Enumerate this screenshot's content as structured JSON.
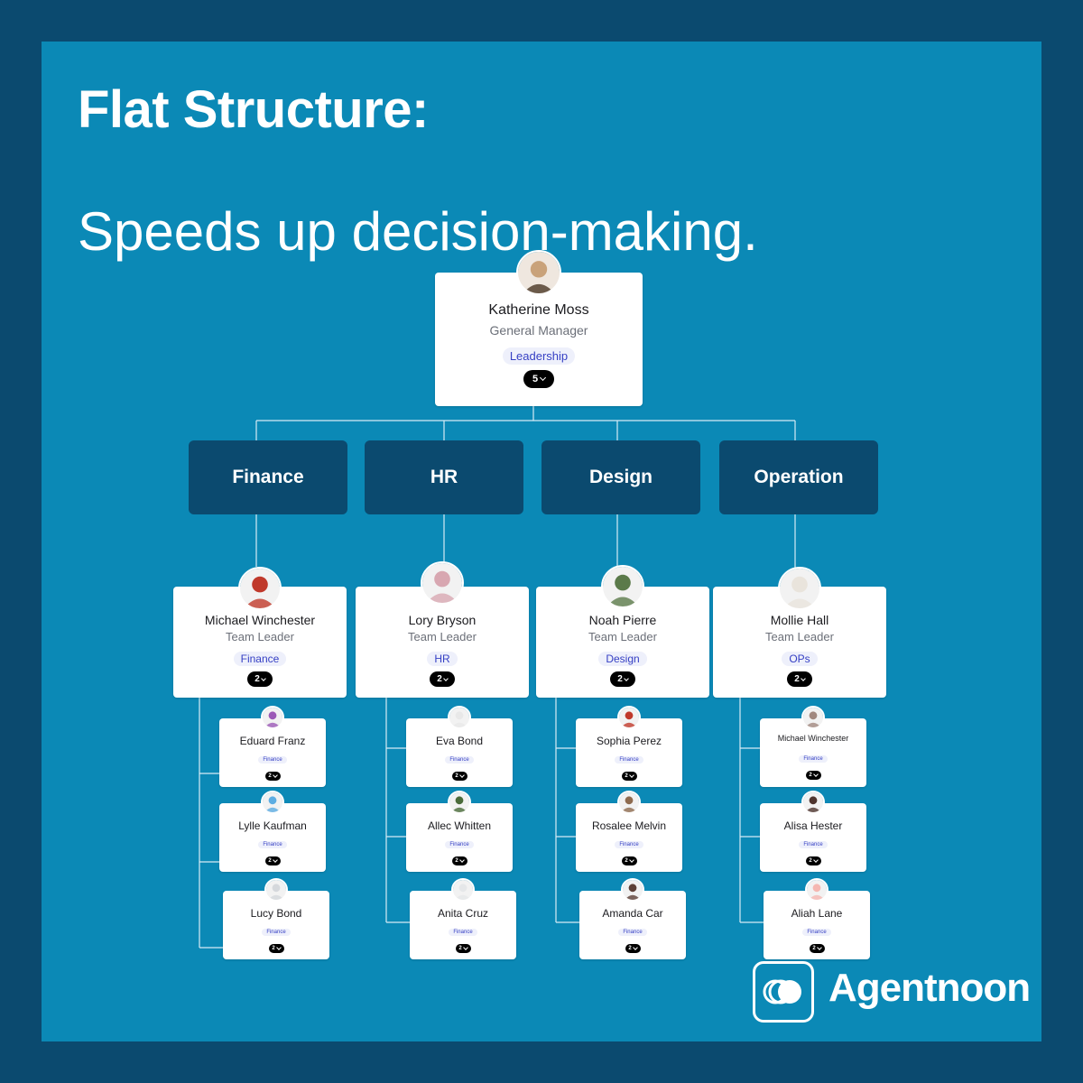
{
  "title": "Flat Structure:",
  "subtitle": "Speeds up decision-making.",
  "brand": {
    "name": "Agentnoon",
    "logo_icon": "agentnoon-logo-icon"
  },
  "root": {
    "name": "Katherine Moss",
    "role": "General Manager",
    "tag": "Leadership",
    "count": "5",
    "avatar_color": "#c9a27a"
  },
  "departments": [
    "Finance",
    "HR",
    "Design",
    "Operation"
  ],
  "leaders": [
    {
      "name": "Michael Winchester",
      "role": "Team Leader",
      "tag": "Finance",
      "count": "2",
      "avatar_color": "#c0392b"
    },
    {
      "name": "Lory Bryson",
      "role": "Team Leader",
      "tag": "HR",
      "count": "2",
      "avatar_color": "#d8a7b1"
    },
    {
      "name": "Noah Pierre",
      "role": "Team Leader",
      "tag": "Design",
      "count": "2",
      "avatar_color": "#5b7a4a"
    },
    {
      "name": "Mollie Hall",
      "role": "Team Leader",
      "tag": "OPs",
      "count": "2",
      "avatar_color": "#e9e4dc"
    }
  ],
  "members": [
    [
      {
        "name": "Eduard Franz",
        "tag": "Finance",
        "count": "2",
        "avatar_color": "#9b59b6"
      },
      {
        "name": "Lylle Kaufman",
        "tag": "Finance",
        "count": "2",
        "avatar_color": "#5dade2"
      },
      {
        "name": "Lucy Bond",
        "tag": "Finance",
        "count": "2",
        "avatar_color": "#d5d8dc"
      }
    ],
    [
      {
        "name": "Eva Bond",
        "tag": "Finance",
        "count": "2",
        "avatar_color": "#e8e8e8"
      },
      {
        "name": "Allec Whitten",
        "tag": "Finance",
        "count": "2",
        "avatar_color": "#4a6b3a"
      },
      {
        "name": "Anita Cruz",
        "tag": "Finance",
        "count": "2",
        "avatar_color": "#e5e7e9"
      }
    ],
    [
      {
        "name": "Sophia Perez",
        "tag": "Finance",
        "count": "2",
        "avatar_color": "#c0392b"
      },
      {
        "name": "Rosalee Melvin",
        "tag": "Finance",
        "count": "2",
        "avatar_color": "#8e6b4f"
      },
      {
        "name": "Amanda Car",
        "tag": "Finance",
        "count": "2",
        "avatar_color": "#5d4037"
      }
    ],
    [
      {
        "name": "Michael Winchester",
        "tag": "Finance",
        "count": "2",
        "avatar_color": "#a1887f"
      },
      {
        "name": "Alisa Hester",
        "tag": "Finance",
        "count": "2",
        "avatar_color": "#4e342e"
      },
      {
        "name": "Aliah Lane",
        "tag": "Finance",
        "count": "2",
        "avatar_color": "#f5b7b1"
      }
    ]
  ]
}
